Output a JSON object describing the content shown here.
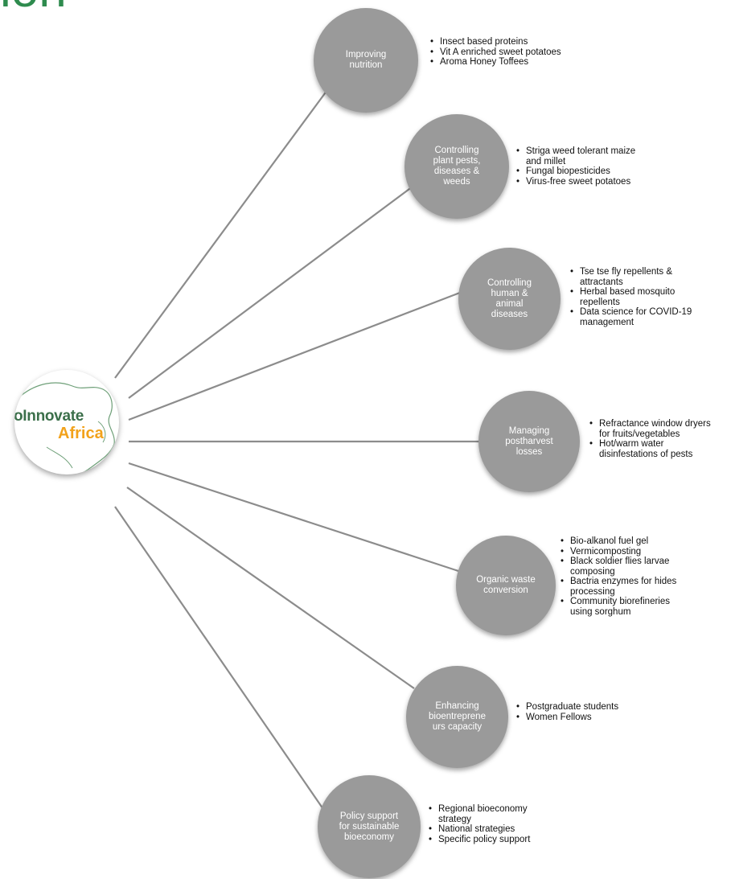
{
  "title_fragment": "ion",
  "hub": {
    "line1": "ioInnovate",
    "line2": "Africa"
  },
  "nodes": [
    {
      "label": "Improving\nnutrition",
      "bullets": [
        "Insect based proteins",
        "Vit A enriched sweet potatoes",
        "Aroma Honey Toffees"
      ]
    },
    {
      "label": "Controlling\nplant pests,\ndiseases &\nweeds",
      "bullets": [
        "Striga weed tolerant maize\nand millet",
        "Fungal biopesticides",
        "Virus-free sweet potatoes"
      ]
    },
    {
      "label": "Controlling\nhuman &\nanimal\ndiseases",
      "bullets": [
        "Tse tse fly repellents &\nattractants",
        "Herbal based mosquito\nrepellents",
        "Data science for COVID-19\nmanagement"
      ]
    },
    {
      "label": "Managing\npostharvest\nlosses",
      "bullets": [
        "Refractance window dryers\nfor fruits/vegetables",
        "Hot/warm water\ndisinfestations of pests"
      ]
    },
    {
      "label": "Organic waste\nconversion",
      "bullets": [
        "Bio-alkanol fuel gel",
        "Vermicomposting",
        "Black soldier flies larvae\ncomposing",
        "Bactria enzymes for hides\nprocessing",
        "Community biorefineries\nusing sorghum"
      ]
    },
    {
      "label": "Enhancing\nbioentreprene\nurs capacity",
      "bullets": [
        "Postgraduate students",
        "Women Fellows"
      ]
    },
    {
      "label": "Policy support\nfor sustainable\nbioeconomy",
      "bullets": [
        "Regional bioeconomy\nstrategy",
        "National strategies",
        "Specific policy support"
      ]
    }
  ],
  "colors": {
    "node_fill": "#9a9a9a",
    "connector": "#8c8c8c",
    "title_green": "#2e8b4e",
    "logo_orange": "#f2a21b"
  }
}
